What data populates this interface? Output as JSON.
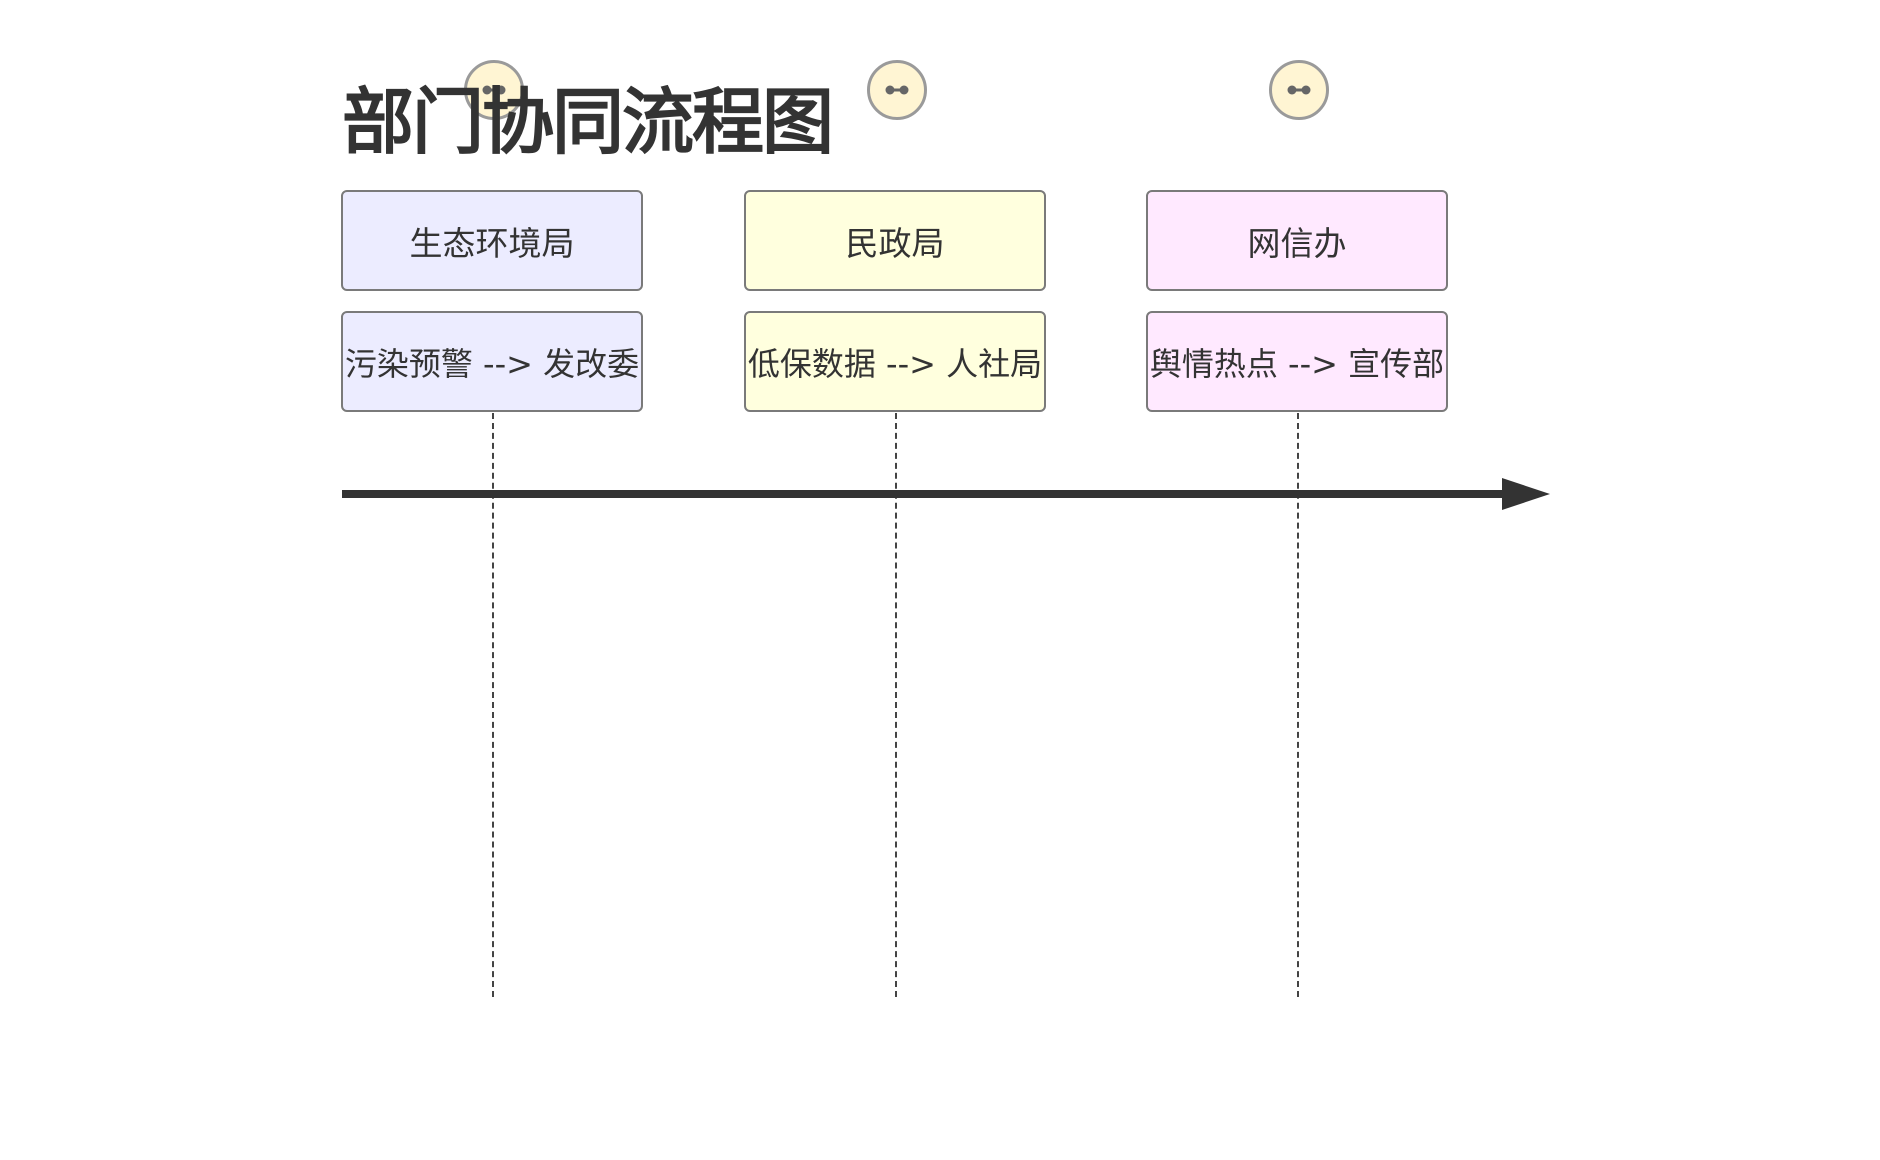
{
  "title": "部门协同流程图",
  "columns": [
    {
      "header": "生态环境局",
      "event": "污染预警 --> 发改委",
      "fill": "#ececff",
      "border": "#7a7a7a"
    },
    {
      "header": "民政局",
      "event": "低保数据 --> 人社局",
      "fill": "#ffffde",
      "border": "#7a7a7a"
    },
    {
      "header": "网信办",
      "event": "舆情热点 --> 宣传部",
      "fill": "#ffe9ff",
      "border": "#7a7a7a"
    }
  ],
  "icon": {
    "name": "link-node-icon",
    "fill": "#fff5d3",
    "stroke": "#9a9a9a",
    "glyph_color": "#666666"
  },
  "colors": {
    "text": "#333333",
    "axis": "#333333",
    "lifeline": "#444444",
    "background": "#ffffff"
  }
}
